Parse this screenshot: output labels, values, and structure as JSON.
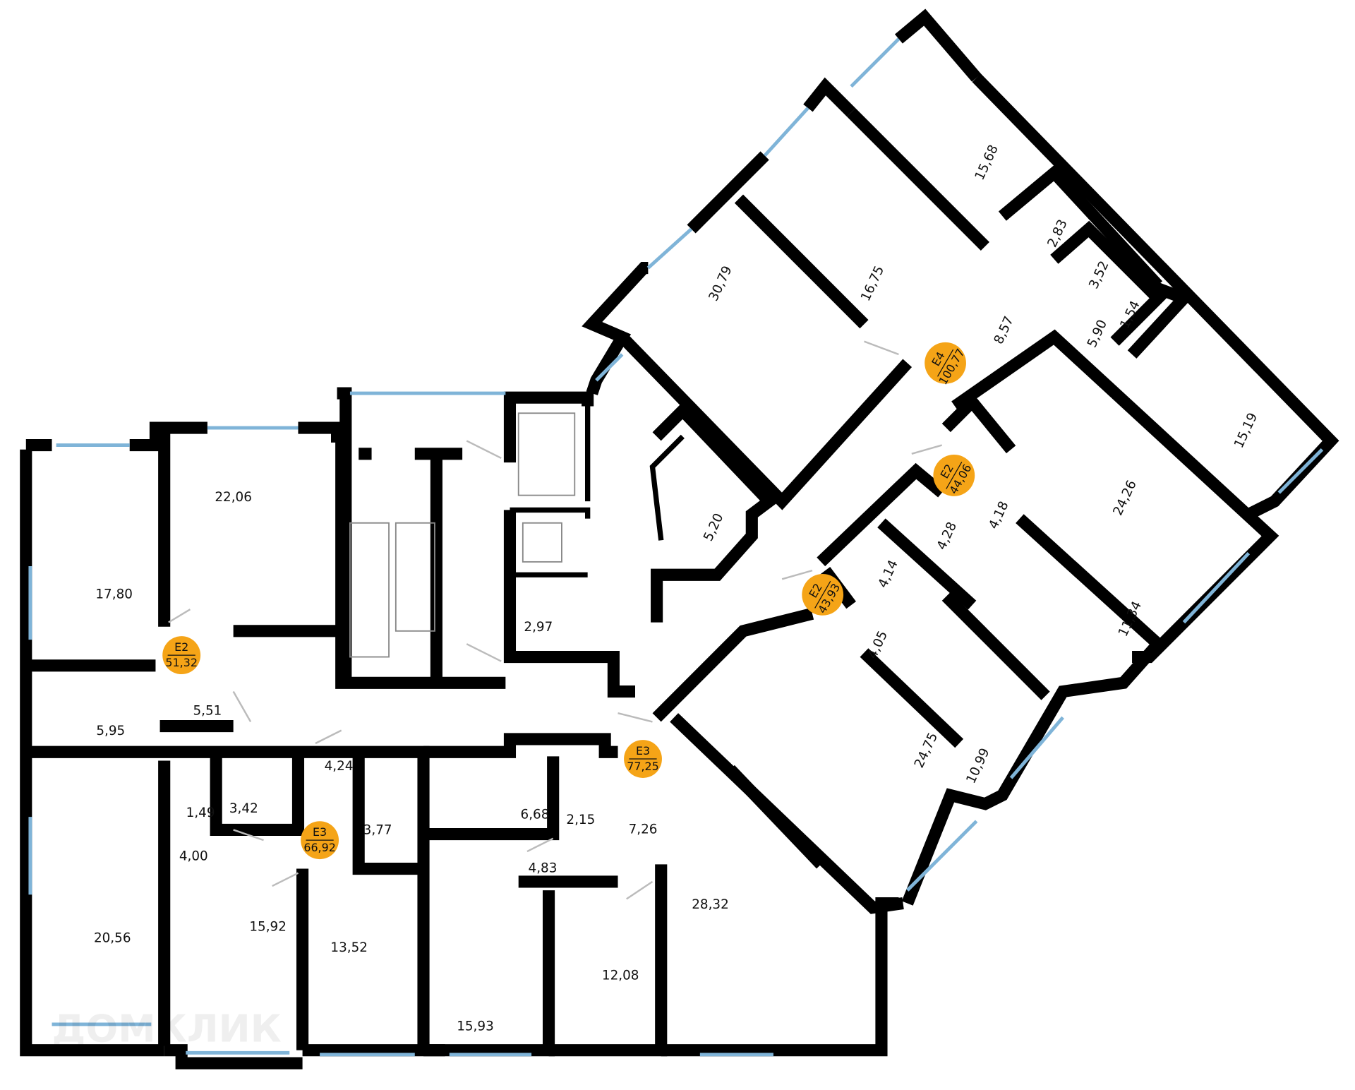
{
  "watermark": "ДОМКЛИК",
  "colors": {
    "badge": "#f5a417",
    "window": "#7fb4d8",
    "wall": "#000000"
  },
  "rooms": {
    "r1780": "17,80",
    "r2206": "22,06",
    "r595": "5,95",
    "r551": "5,51",
    "r149": "1,49",
    "r342": "3,42",
    "r424": "4,24",
    "r400": "4,00",
    "r2056": "20,56",
    "r1592": "15,92",
    "r1352": "13,52",
    "r377": "3,77",
    "r668": "6,68",
    "r215": "2,15",
    "r726": "7,26",
    "r483": "4,83",
    "r1593": "15,93",
    "r1208": "12,08",
    "r2832": "28,32",
    "r297": "2,97",
    "r520": "5,20",
    "r3079": "30,79",
    "r1675": "16,75",
    "r1568": "15,68",
    "r283": "2,83",
    "r352": "3,52",
    "r154": "1,54",
    "r590": "5,90",
    "r857": "8,57",
    "r1519": "15,19",
    "r2426": "24,26",
    "r418": "4,18",
    "r428": "4,28",
    "r414": "4,14",
    "r405": "4,05",
    "r1134": "11,34",
    "r1099": "10,99",
    "r2475": "24,75"
  },
  "apartments": [
    {
      "type": "E2",
      "area": "51,32"
    },
    {
      "type": "E4",
      "area": "100,77"
    },
    {
      "type": "E2",
      "area": "44,06"
    },
    {
      "type": "E2",
      "area": "43,93"
    },
    {
      "type": "E3",
      "area": "77,25"
    },
    {
      "type": "E3",
      "area": "66,92"
    }
  ]
}
